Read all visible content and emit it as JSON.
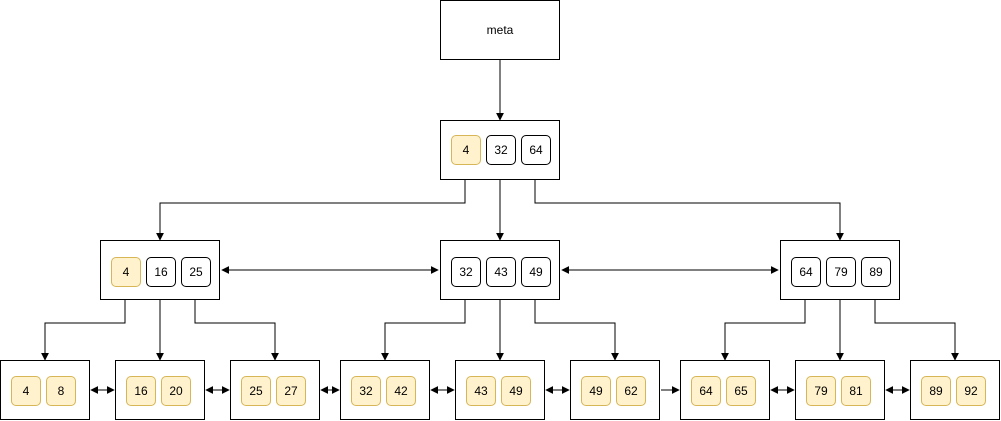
{
  "meta": {
    "label": "meta"
  },
  "root": {
    "keys": [
      "4",
      "32",
      "64"
    ]
  },
  "internal": [
    {
      "keys": [
        "4",
        "16",
        "25"
      ]
    },
    {
      "keys": [
        "32",
        "43",
        "49"
      ]
    },
    {
      "keys": [
        "64",
        "79",
        "89"
      ]
    }
  ],
  "leaves": [
    {
      "keys": [
        "4",
        "8"
      ]
    },
    {
      "keys": [
        "16",
        "20"
      ]
    },
    {
      "keys": [
        "25",
        "27"
      ]
    },
    {
      "keys": [
        "32",
        "42"
      ]
    },
    {
      "keys": [
        "43",
        "49"
      ]
    },
    {
      "keys": [
        "49",
        "62"
      ]
    },
    {
      "keys": [
        "64",
        "65"
      ]
    },
    {
      "keys": [
        "79",
        "81"
      ]
    },
    {
      "keys": [
        "89",
        "92"
      ]
    }
  ],
  "colors": {
    "highlight_fill": "#fff2cc",
    "highlight_border": "#d6b656",
    "line": "#000000"
  }
}
